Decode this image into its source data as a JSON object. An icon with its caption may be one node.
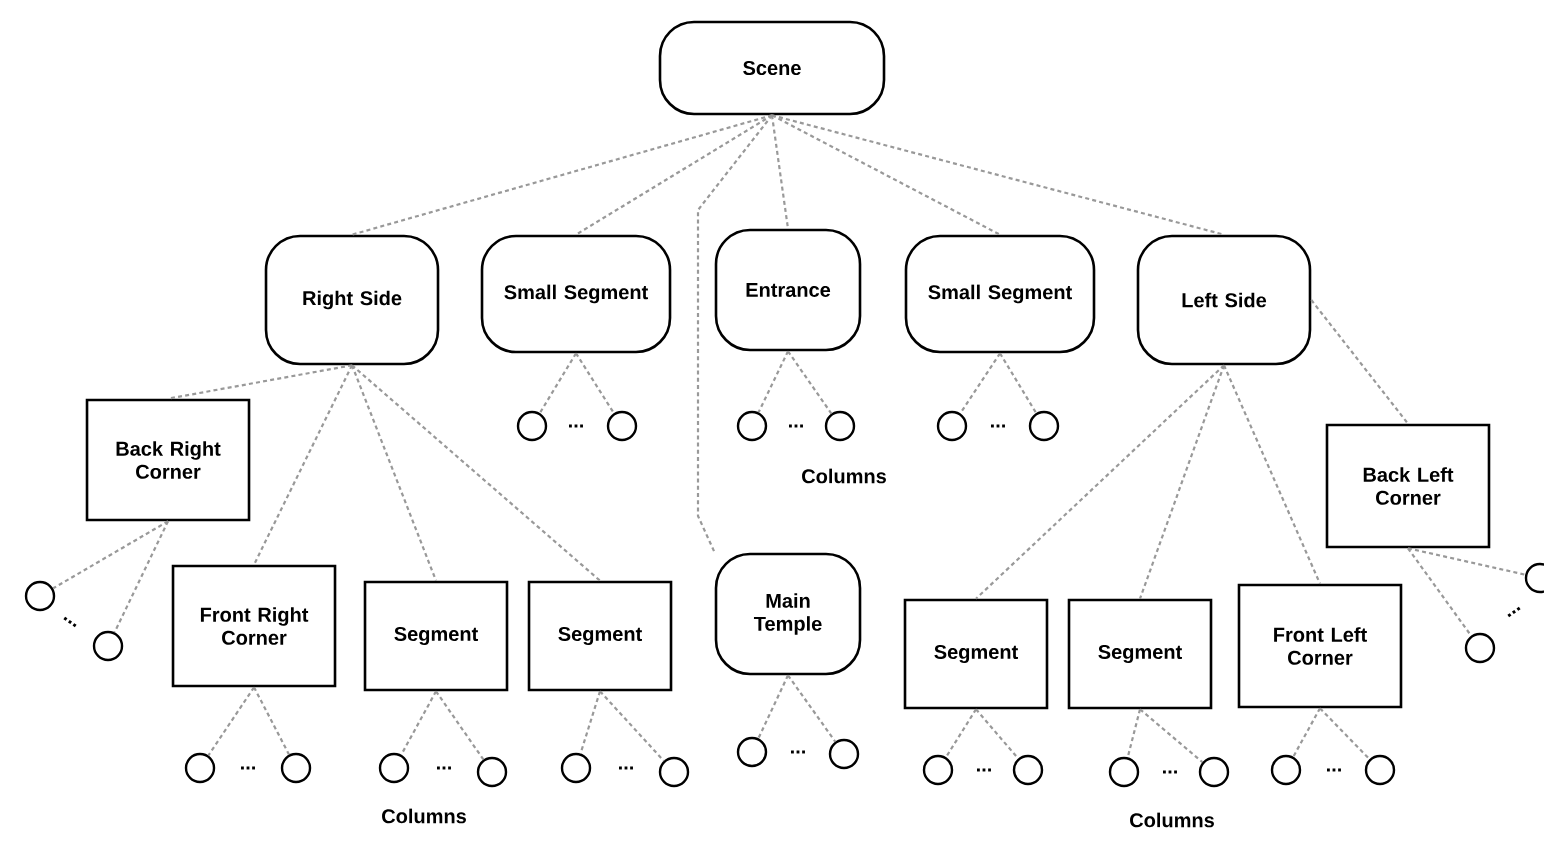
{
  "diagram": {
    "nodes": [
      {
        "text": [
          "Scene"
        ]
      },
      {
        "text": [
          "Right Side"
        ]
      },
      {
        "text": [
          "Small Segment"
        ]
      },
      {
        "text": [
          "Entrance"
        ]
      },
      {
        "text": [
          "Small Segment"
        ]
      },
      {
        "text": [
          "Left Side"
        ]
      },
      {
        "text": [
          "Back Right Corner"
        ]
      },
      {
        "text": [
          "Front Right Corner"
        ]
      },
      {
        "text": [
          "Segment"
        ]
      },
      {
        "text": [
          "Segment"
        ]
      },
      {
        "text": [
          "Main Temple"
        ]
      },
      {
        "text": [
          "Back Left Corner"
        ]
      },
      {
        "text": [
          "Segment"
        ]
      },
      {
        "text": [
          "Segment"
        ]
      },
      {
        "text": [
          "Front Left Corner"
        ]
      },
      {
        "text": [],
        "shape": "circle"
      },
      {
        "text": [],
        "shape": "circle"
      },
      {
        "text": [],
        "shape": "circle"
      },
      {
        "text": [],
        "shape": "circle"
      },
      {
        "text": [],
        "shape": "circle"
      },
      {
        "text": [],
        "shape": "circle"
      },
      {
        "text": [],
        "shape": "circle"
      },
      {
        "text": [],
        "shape": "circle"
      },
      {
        "text": [],
        "shape": "circle"
      },
      {
        "text": [],
        "shape": "circle"
      },
      {
        "text": [],
        "shape": "circle"
      },
      {
        "text": [],
        "shape": "circle"
      },
      {
        "text": [],
        "shape": "circle"
      },
      {
        "text": [],
        "shape": "circle"
      },
      {
        "text": [],
        "shape": "circle"
      },
      {
        "text": [],
        "shape": "circle"
      },
      {
        "text": [],
        "shape": "circle"
      },
      {
        "text": [],
        "shape": "circle"
      },
      {
        "text": [],
        "shape": "circle"
      },
      {
        "text": [],
        "shape": "circle"
      },
      {
        "text": [],
        "shape": "circle"
      },
      {
        "text": [],
        "shape": "circle"
      },
      {
        "text": [],
        "shape": "circle"
      },
      {
        "text": [],
        "shape": "circle"
      }
    ],
    "edges": [
      {
        "from": 0,
        "to": 1,
        "arrow": "none",
        "style": "dashed"
      },
      {
        "from": 0,
        "to": 2,
        "arrow": "none",
        "style": "dashed"
      },
      {
        "from": 0,
        "to": 10,
        "arrow": "none",
        "style": "dashed"
      },
      {
        "from": 0,
        "to": 3,
        "arrow": "none",
        "style": "dashed"
      },
      {
        "from": 0,
        "to": 4,
        "arrow": "none",
        "style": "dashed"
      },
      {
        "from": 0,
        "to": 5,
        "arrow": "none",
        "style": "dashed"
      },
      {
        "from": 1,
        "to": 6,
        "arrow": "none",
        "style": "dashed"
      },
      {
        "from": 1,
        "to": 7,
        "arrow": "none",
        "style": "dashed"
      },
      {
        "from": 1,
        "to": 8,
        "arrow": "none",
        "style": "dashed"
      },
      {
        "from": 1,
        "to": 9,
        "arrow": "none",
        "style": "dashed"
      },
      {
        "from": 5,
        "to": 11,
        "arrow": "none",
        "style": "dashed"
      },
      {
        "from": 5,
        "to": 12,
        "arrow": "none",
        "style": "dashed"
      },
      {
        "from": 5,
        "to": 13,
        "arrow": "none",
        "style": "dashed"
      },
      {
        "from": 5,
        "to": 14,
        "arrow": "none",
        "style": "dashed"
      },
      {
        "from": 2,
        "to": 15,
        "arrow": "none",
        "style": "dashed"
      },
      {
        "from": 2,
        "to": 16,
        "arrow": "none",
        "style": "dashed"
      },
      {
        "from": 3,
        "to": 17,
        "arrow": "none",
        "style": "dashed"
      },
      {
        "from": 3,
        "to": 18,
        "arrow": "none",
        "style": "dashed"
      },
      {
        "from": 4,
        "to": 19,
        "arrow": "none",
        "style": "dashed"
      },
      {
        "from": 4,
        "to": 20,
        "arrow": "none",
        "style": "dashed"
      },
      {
        "from": 6,
        "to": 21,
        "arrow": "none",
        "style": "dashed"
      },
      {
        "from": 6,
        "to": 22,
        "arrow": "none",
        "style": "dashed"
      },
      {
        "from": 7,
        "to": 23,
        "arrow": "none",
        "style": "dashed"
      },
      {
        "from": 7,
        "to": 24,
        "arrow": "none",
        "style": "dashed"
      },
      {
        "from": 8,
        "to": 25,
        "arrow": "none",
        "style": "dashed"
      },
      {
        "from": 8,
        "to": 26,
        "arrow": "none",
        "style": "dashed"
      },
      {
        "from": 9,
        "to": 27,
        "arrow": "none",
        "style": "dashed"
      },
      {
        "from": 9,
        "to": 28,
        "arrow": "none",
        "style": "dashed"
      },
      {
        "from": 10,
        "to": 29,
        "arrow": "none",
        "style": "dashed"
      },
      {
        "from": 10,
        "to": 30,
        "arrow": "none",
        "style": "dashed"
      },
      {
        "from": 12,
        "to": 31,
        "arrow": "none",
        "style": "dashed"
      },
      {
        "from": 12,
        "to": 32,
        "arrow": "none",
        "style": "dashed"
      },
      {
        "from": 13,
        "to": 33,
        "arrow": "none",
        "style": "dashed"
      },
      {
        "from": 13,
        "to": 34,
        "arrow": "none",
        "style": "dashed"
      },
      {
        "from": 14,
        "to": 35,
        "arrow": "none",
        "style": "dashed"
      },
      {
        "from": 14,
        "to": 36,
        "arrow": "none",
        "style": "dashed"
      },
      {
        "from": 11,
        "to": 37,
        "arrow": "none",
        "style": "dashed"
      },
      {
        "from": 11,
        "to": 38,
        "arrow": "none",
        "style": "dashed"
      }
    ],
    "labels": [
      "...",
      "...",
      "...",
      "Columns",
      "...",
      "...",
      "...",
      "...",
      "...",
      "...",
      "...",
      "...",
      "...",
      "Columns",
      "Columns"
    ]
  }
}
